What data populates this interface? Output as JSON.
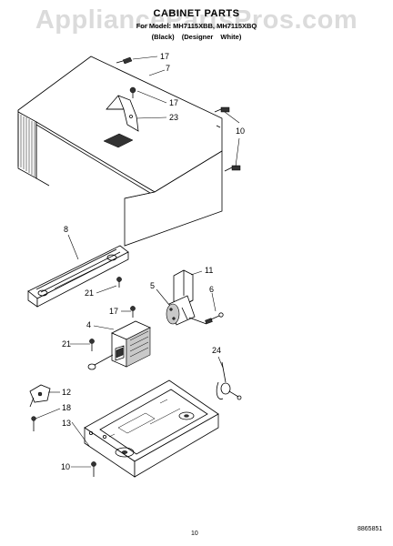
{
  "watermark": "AppliancePartsPros.com",
  "header": {
    "title": "CABINET PARTS",
    "model": "For Model: MH7115XBB, MH7115XBQ",
    "colors": "(Black)    (Designer White)"
  },
  "callouts": [
    "17",
    "7",
    "17",
    "23",
    "10",
    "8",
    "11",
    "21",
    "5",
    "6",
    "17",
    "4",
    "21",
    "24",
    "12",
    "18",
    "13",
    "10"
  ],
  "footer": {
    "page_number": "10",
    "doc_code": "8865851"
  },
  "colors": {
    "line": "#000000",
    "shade": "#c9c9c9",
    "watermark": "#afafaf"
  }
}
